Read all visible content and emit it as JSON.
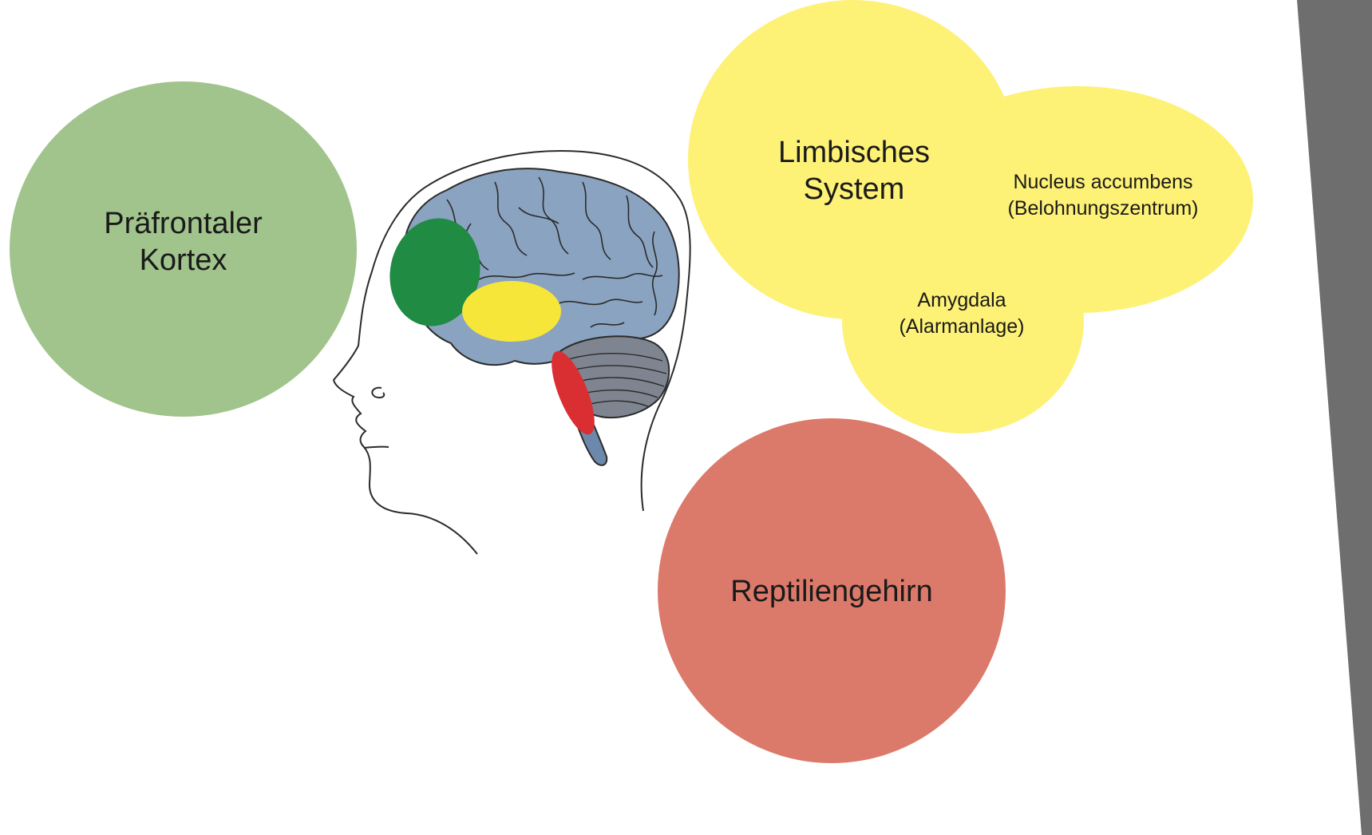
{
  "colors": {
    "prefrontal": "#a0c48c",
    "limbic": "#fdf176",
    "reptilian": "#db7a6a",
    "side_band": "#6e6e6e",
    "brain": "#8aa3c0",
    "brain_dark": "#6c88aa",
    "cerebellum": "#7f8590",
    "outline": "#2b2b2b",
    "region_green": "#1f8b43",
    "region_yellow": "#f7e63a",
    "region_red": "#d92f33"
  },
  "icons": {
    "head": "head-profile-icon",
    "brain": "brain-icon"
  },
  "labels": {
    "prefrontal": "Präfrontaler\nKortex",
    "limbic": "Limbisches\nSystem",
    "nucleus": "Nucleus accumbens\n(Belohnungszentrum)",
    "amygdala": "Amygdala\n(Alarmanlage)",
    "reptilian": "Reptiliengehirn"
  }
}
